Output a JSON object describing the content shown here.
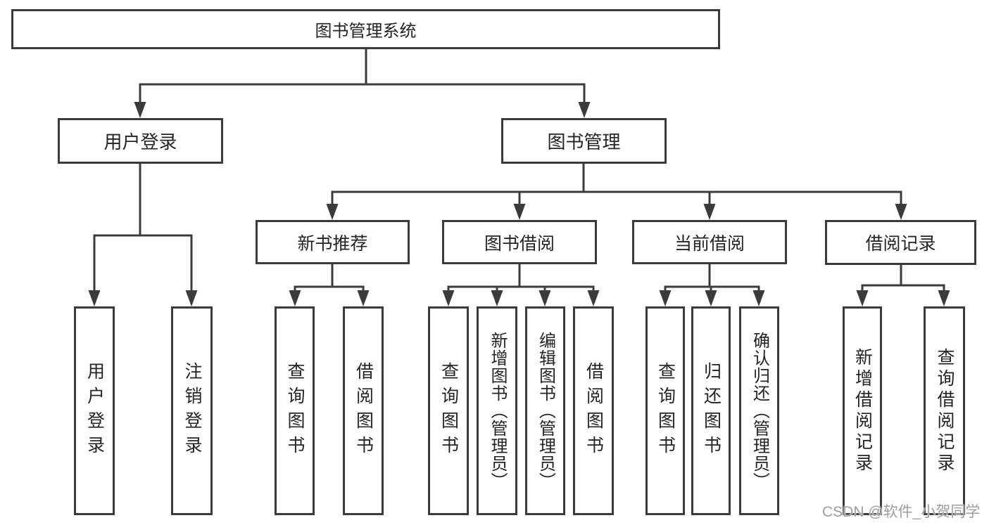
{
  "colors": {
    "line": "#3b3b3b",
    "box_border": "#3b3b3b",
    "text": "#242424",
    "background": "#ffffff",
    "watermark": "#9e9e9e"
  },
  "tree": {
    "root": {
      "label": "图书管理系统",
      "children": [
        {
          "label": "用户登录",
          "children": [
            {
              "label": "用户登录"
            },
            {
              "label": "注销登录"
            }
          ]
        },
        {
          "label": "图书管理",
          "children": [
            {
              "label": "新书推荐",
              "children": [
                {
                  "label": "查询图书"
                },
                {
                  "label": "借阅图书"
                }
              ]
            },
            {
              "label": "图书借阅",
              "children": [
                {
                  "label": "查询图书"
                },
                {
                  "label": "新增图书（管理员）"
                },
                {
                  "label": "编辑图书（管理员）"
                },
                {
                  "label": "借阅图书"
                }
              ]
            },
            {
              "label": "当前借阅",
              "children": [
                {
                  "label": "查询图书"
                },
                {
                  "label": "归还图书"
                },
                {
                  "label": "确认归还（管理员）"
                }
              ]
            },
            {
              "label": "借阅记录",
              "children": [
                {
                  "label": "新增借阅记录"
                },
                {
                  "label": "查询借阅记录"
                }
              ]
            }
          ]
        }
      ]
    }
  },
  "watermark": {
    "text": "CSDN @软件_小贺同学"
  }
}
